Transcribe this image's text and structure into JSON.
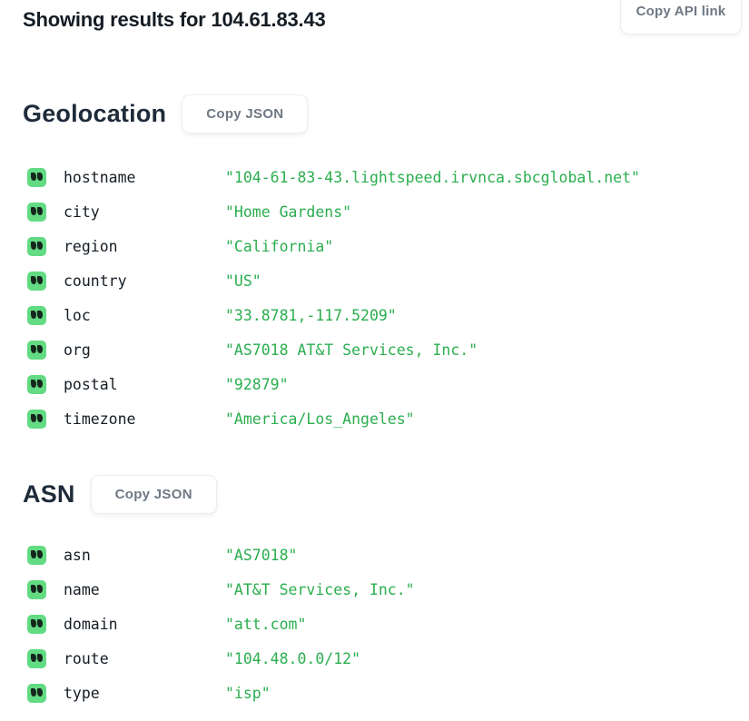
{
  "header": {
    "title": "Showing results for 104.61.83.43",
    "copy_api_label": "Copy API link"
  },
  "colors": {
    "value_green": "#2BAE4F",
    "icon_green": "#62DB83",
    "heading_dark": "#1F2B3A",
    "button_text_gray": "#6F7884"
  },
  "sections": [
    {
      "title": "Geolocation",
      "copy_button_label": "Copy JSON",
      "rows": [
        {
          "key": "hostname",
          "value": "\"104-61-83-43.lightspeed.irvnca.sbcglobal.net\""
        },
        {
          "key": "city",
          "value": "\"Home Gardens\""
        },
        {
          "key": "region",
          "value": "\"California\""
        },
        {
          "key": "country",
          "value": "\"US\""
        },
        {
          "key": "loc",
          "value": "\"33.8781,-117.5209\""
        },
        {
          "key": "org",
          "value": "\"AS7018 AT&T Services, Inc.\""
        },
        {
          "key": "postal",
          "value": "\"92879\""
        },
        {
          "key": "timezone",
          "value": "\"America/Los_Angeles\""
        }
      ]
    },
    {
      "title": "ASN",
      "copy_button_label": "Copy JSON",
      "rows": [
        {
          "key": "asn",
          "value": "\"AS7018\""
        },
        {
          "key": "name",
          "value": "\"AT&T Services, Inc.\""
        },
        {
          "key": "domain",
          "value": "\"att.com\""
        },
        {
          "key": "route",
          "value": "\"104.48.0.0/12\""
        },
        {
          "key": "type",
          "value": "\"isp\""
        }
      ]
    }
  ]
}
